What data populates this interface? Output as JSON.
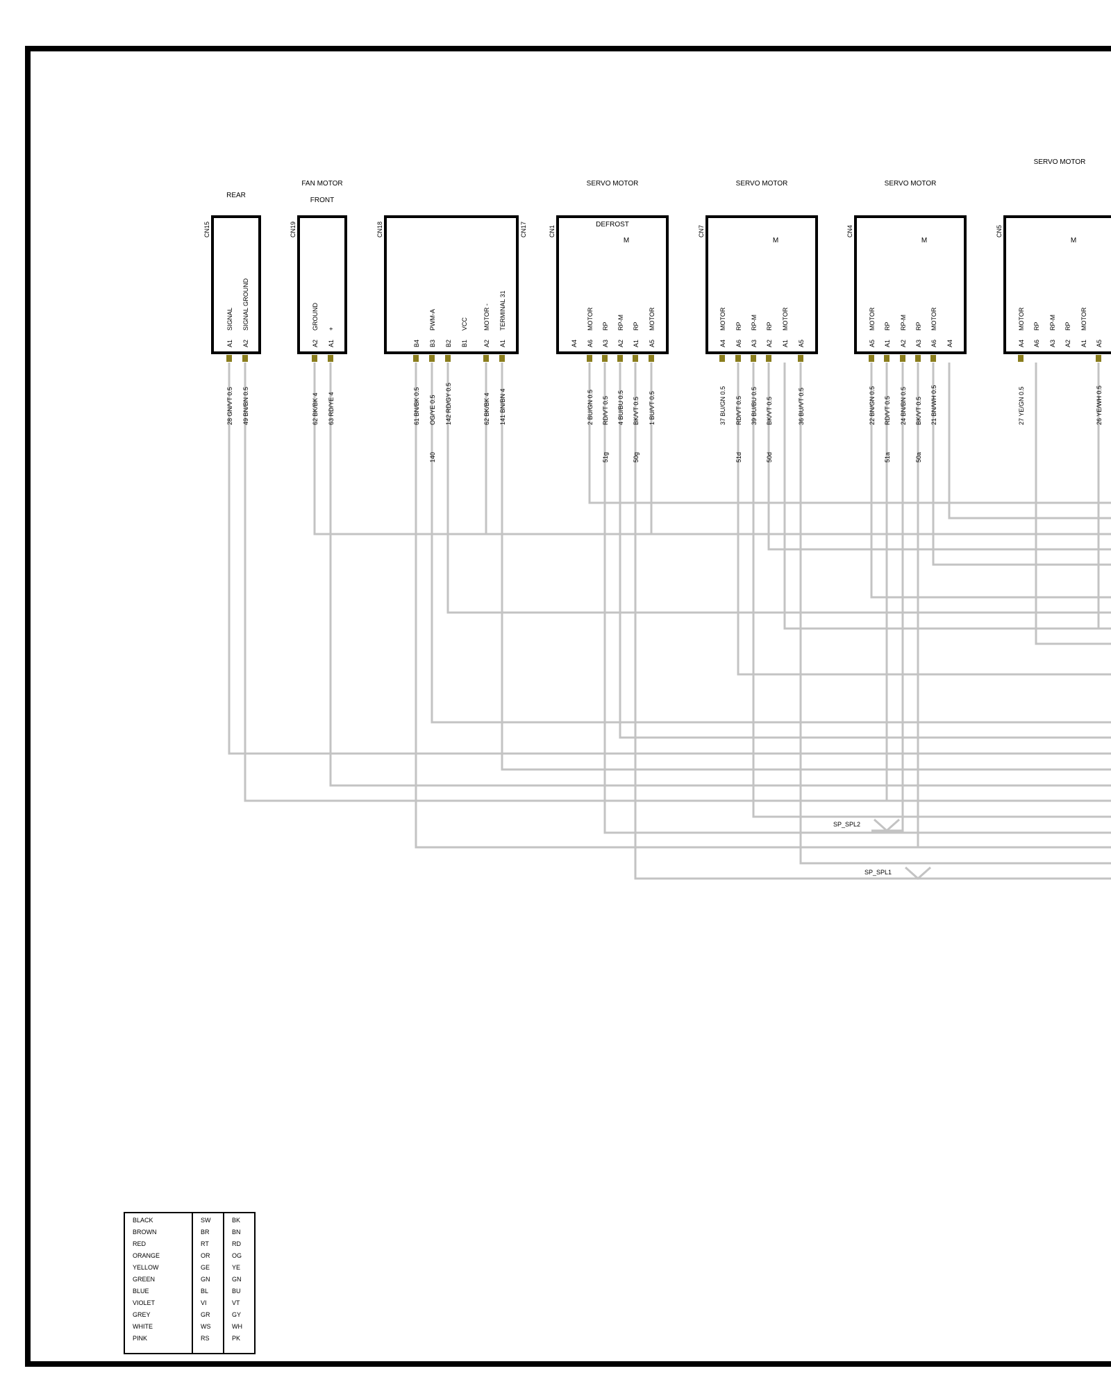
{
  "connectors": [
    {
      "id": "CN15",
      "titles": [
        "REAR"
      ],
      "inner": [],
      "pins": [
        {
          "code": "A1",
          "label": "SIGNAL",
          "wire": "28 GN/VT 0.5",
          "splice": ""
        },
        {
          "code": "A2",
          "label": "SIGNAL GROUND",
          "wire": "49 BN/BN 0.5",
          "splice": ""
        }
      ]
    },
    {
      "id": "CN19",
      "titles": [
        "FAN MOTOR",
        "FRONT"
      ],
      "inner": [],
      "pins": [
        {
          "code": "A2",
          "label": "GROUND",
          "wire": "62 BK/BK 4",
          "splice": ""
        },
        {
          "code": "A1",
          "label": "+",
          "wire": "63 RD/YE 4",
          "splice": ""
        }
      ]
    },
    {
      "id": "CN18",
      "titles": [],
      "inner": [],
      "pins": [
        {
          "code": "B4",
          "label": "",
          "wire": "61 BN/BK 0.5",
          "splice": ""
        },
        {
          "code": "B3",
          "label": "PWM-A",
          "wire": "OG/YE 0.5",
          "splice": "140"
        },
        {
          "code": "B2",
          "label": "",
          "wire": "142 RD/GY 0.5",
          "splice": ""
        },
        {
          "code": "B1",
          "label": "VCC",
          "wire": "",
          "splice": ""
        }
      ]
    },
    {
      "id": "CN17",
      "titles": [],
      "inner": [],
      "pins": [
        {
          "code": "A2",
          "label": "MOTOR -",
          "wire": "62 BK/BK 4",
          "splice": ""
        },
        {
          "code": "A1",
          "label": "TERMINAL 31",
          "wire": "141 BN/BN 4",
          "splice": ""
        }
      ]
    },
    {
      "id": "CN1",
      "titles": [
        "SERVO MOTOR"
      ],
      "inner": [
        "DEFROST",
        "M"
      ],
      "pins": [
        {
          "code": "A4",
          "label": "",
          "wire": "",
          "splice": ""
        },
        {
          "code": "A6",
          "label": "MOTOR",
          "wire": "2 BU/GN 0.5",
          "splice": ""
        },
        {
          "code": "A3",
          "label": "RP",
          "wire": "RD/VT 0.5",
          "splice": "51g"
        },
        {
          "code": "A2",
          "label": "RP-M",
          "wire": "4 BU/BU 0.5",
          "splice": ""
        },
        {
          "code": "A1",
          "label": "RP",
          "wire": "BK/VT 0.5",
          "splice": "50g"
        },
        {
          "code": "A5",
          "label": "MOTOR",
          "wire": "1 BU/VT 0.5",
          "splice": ""
        }
      ]
    },
    {
      "id": "CN7",
      "titles": [
        "SERVO MOTOR"
      ],
      "inner": [
        "M"
      ],
      "pins": [
        {
          "code": "A4",
          "label": "MOTOR",
          "wire": "37 BU/GN 0.5",
          "splice": ""
        },
        {
          "code": "A6",
          "label": "RP",
          "wire": "RD/VT 0.5",
          "splice": "51d"
        },
        {
          "code": "A3",
          "label": "RP-M",
          "wire": "39 BU/BU 0.5",
          "splice": ""
        },
        {
          "code": "A2",
          "label": "RP",
          "wire": "BK/VT 0.5",
          "splice": "50d"
        },
        {
          "code": "A1",
          "label": "MOTOR",
          "wire": "",
          "splice": ""
        },
        {
          "code": "A5",
          "label": "",
          "wire": "36 BU/VT 0.5",
          "splice": ""
        }
      ]
    },
    {
      "id": "CN4",
      "titles": [
        "SERVO MOTOR"
      ],
      "inner": [
        "M"
      ],
      "pins": [
        {
          "code": "A5",
          "label": "MOTOR",
          "wire": "22 BN/GN 0.5",
          "splice": ""
        },
        {
          "code": "A1",
          "label": "RP",
          "wire": "RD/VT 0.5",
          "splice": "51a"
        },
        {
          "code": "A2",
          "label": "RP-M",
          "wire": "24 BN/BN 0.5",
          "splice": ""
        },
        {
          "code": "A3",
          "label": "RP",
          "wire": "BK/VT 0.5",
          "splice": "50a"
        },
        {
          "code": "A6",
          "label": "MOTOR",
          "wire": "21 BN/WH 0.5",
          "splice": ""
        },
        {
          "code": "A4",
          "label": "",
          "wire": "",
          "splice": ""
        }
      ]
    },
    {
      "id": "CN5",
      "titles": [
        "SERVO MOTOR"
      ],
      "inner": [
        "M"
      ],
      "pins": [
        {
          "code": "A4",
          "label": "MOTOR",
          "wire": "27 YE/GN 0.5",
          "splice": ""
        },
        {
          "code": "A6",
          "label": "RP",
          "wire": "",
          "splice": ""
        },
        {
          "code": "A3",
          "label": "RP-M",
          "wire": "",
          "splice": ""
        },
        {
          "code": "A2",
          "label": "RP",
          "wire": "",
          "splice": ""
        },
        {
          "code": "A1",
          "label": "MOTOR",
          "wire": "",
          "splice": ""
        },
        {
          "code": "A5",
          "label": "",
          "wire": "26 YE/WH 0.5",
          "splice": ""
        }
      ]
    }
  ],
  "splices": [
    {
      "name": "SP_SPL2"
    },
    {
      "name": "SP_SPL1"
    }
  ],
  "color_legend": [
    {
      "name": "BLACK",
      "de": "SW",
      "en": "BK"
    },
    {
      "name": "BROWN",
      "de": "BR",
      "en": "BN"
    },
    {
      "name": "RED",
      "de": "RT",
      "en": "RD"
    },
    {
      "name": "ORANGE",
      "de": "OR",
      "en": "OG"
    },
    {
      "name": "YELLOW",
      "de": "GE",
      "en": "YE"
    },
    {
      "name": "GREEN",
      "de": "GN",
      "en": "GN"
    },
    {
      "name": "BLUE",
      "de": "BL",
      "en": "BU"
    },
    {
      "name": "VIOLET",
      "de": "VI",
      "en": "VT"
    },
    {
      "name": "GREY",
      "de": "GR",
      "en": "GY"
    },
    {
      "name": "WHITE",
      "de": "WS",
      "en": "WH"
    },
    {
      "name": "PINK",
      "de": "RS",
      "en": "PK"
    }
  ],
  "colors": {
    "wire": "#c3c3c3",
    "terminal": "#8a7d1c",
    "outline": "#000000"
  }
}
